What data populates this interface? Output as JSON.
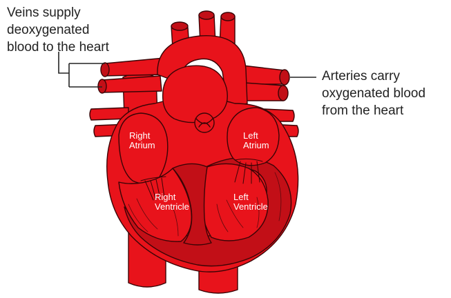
{
  "callouts": {
    "veins": {
      "line1": "Veins supply",
      "line2": "deoxygenated",
      "line3": "blood to the heart"
    },
    "arteries": {
      "line1": "Arteries carry",
      "line2": "oxygenated blood",
      "line3": "from the heart"
    }
  },
  "chambers": {
    "right_atrium": {
      "line1": "Right",
      "line2": "Atrium"
    },
    "left_atrium": {
      "line1": "Left",
      "line2": "Atrium"
    },
    "right_ventricle": {
      "line1": "Right",
      "line2": "Ventricle"
    },
    "left_ventricle": {
      "line1": "Left",
      "line2": "Ventricle"
    }
  },
  "colors": {
    "heart_red": "#e8131b",
    "heart_dark": "#b80d14",
    "outline": "#3a0406",
    "leader_line": "#222222",
    "chamber_label": "#ffffff"
  }
}
